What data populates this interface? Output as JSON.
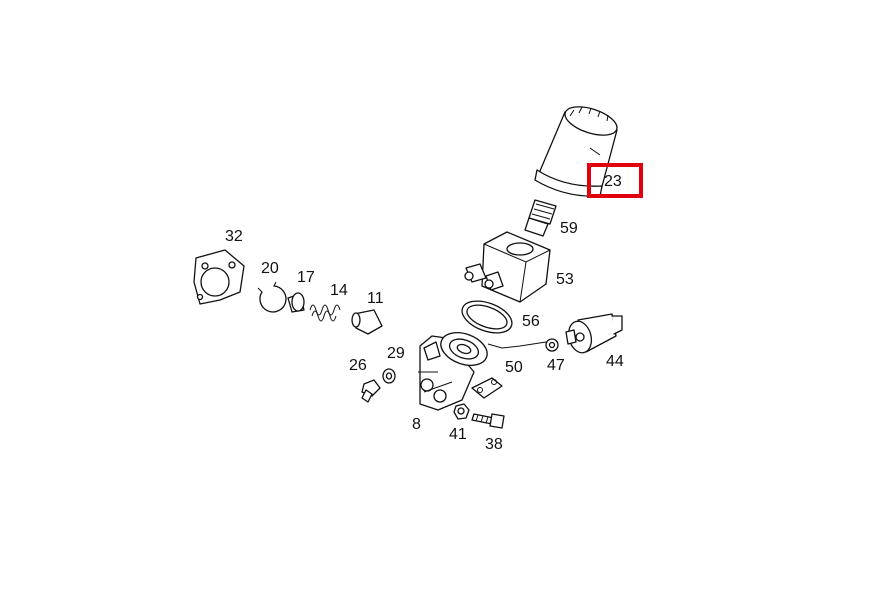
{
  "diagram": {
    "highlight_color": "#e0000e",
    "highlighted_part": "23",
    "labels": {
      "p23": "23",
      "p59": "59",
      "p53": "53",
      "p56": "56",
      "p50": "50",
      "p47": "47",
      "p44": "44",
      "p32": "32",
      "p20": "20",
      "p17": "17",
      "p14": "14",
      "p11": "11",
      "p29": "29",
      "p26": "26",
      "p8": "8",
      "p41": "41",
      "p38": "38"
    }
  }
}
